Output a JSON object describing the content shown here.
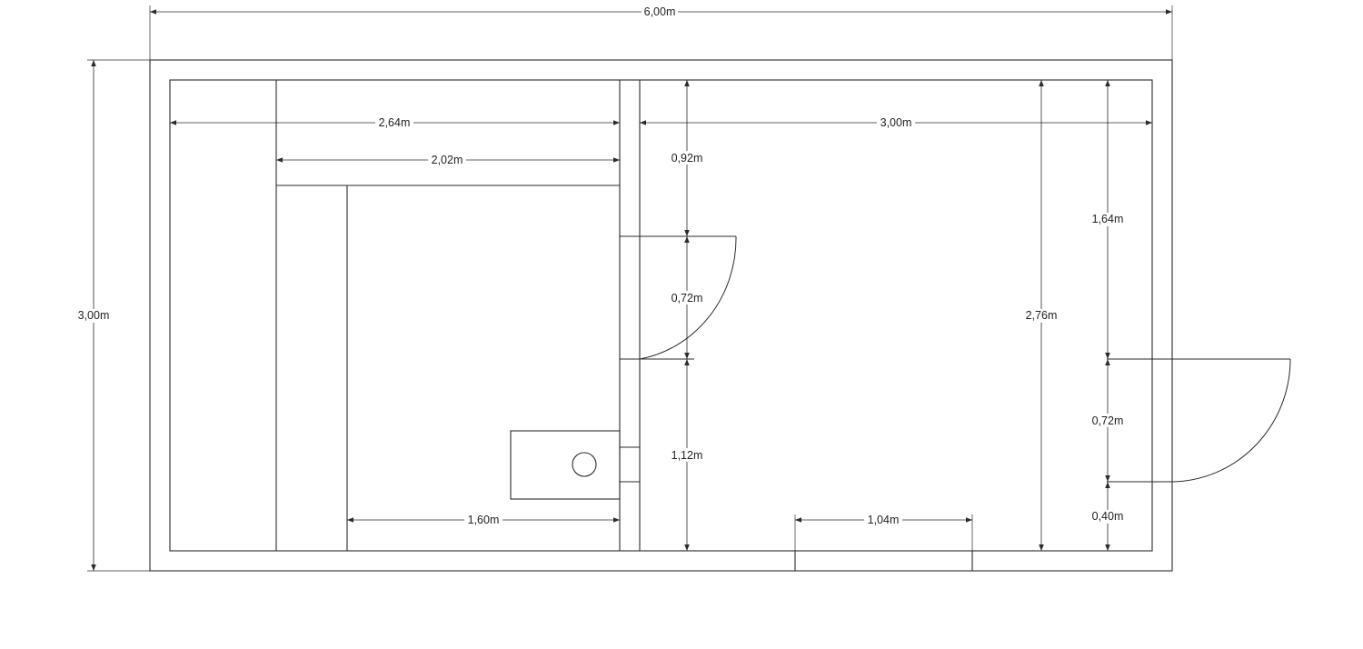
{
  "dimensions": {
    "overall_length": "6,00m",
    "overall_width": "3,00m",
    "left_room_width": "2,64m",
    "inner_width": "2,02m",
    "right_room_width": "3,00m",
    "bench_length": "1,60m",
    "above_inner_door": "0,92m",
    "inner_door_width": "0,72m",
    "below_inner_door": "1,12m",
    "window_width": "1,04m",
    "right_room_depth": "2,76m",
    "above_entry_door": "1,64m",
    "entry_door_width": "0,72m",
    "below_entry_door": "0,40m"
  }
}
